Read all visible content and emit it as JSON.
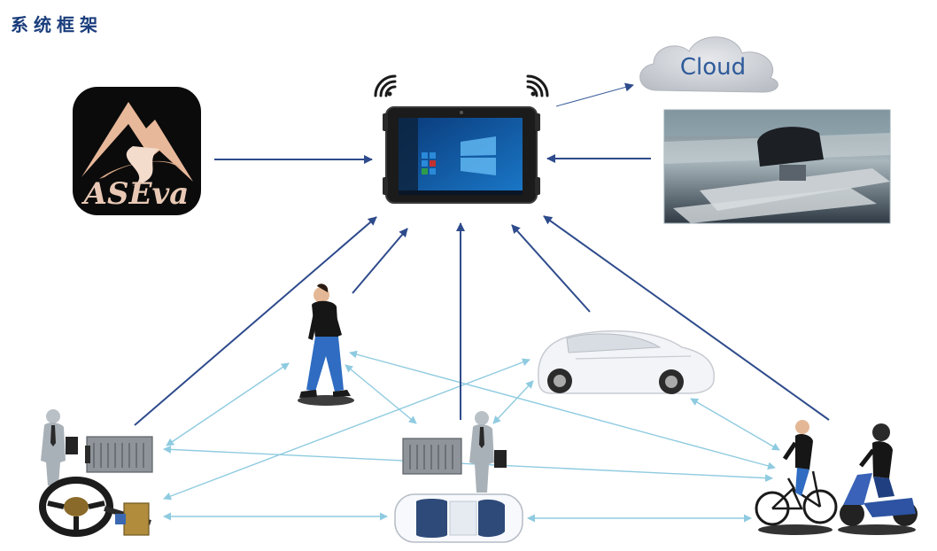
{
  "title": "系统框架",
  "cloud_label": "Cloud",
  "logo_text": "ASEva",
  "colors": {
    "title": "#1a3d7c",
    "dark_arrow": "#2e4b8c",
    "light_arrow": "#8fcbe0",
    "cloud": "#c9ccd2",
    "cloud_text": "#2f5b9a"
  },
  "icons": [
    "aseva-logo-icon",
    "tablet-icon",
    "wifi-icon",
    "cloud-icon",
    "simulator-photo-icon",
    "pedestrian-icon",
    "car-icon",
    "businessman-icon",
    "ecu-box-icon",
    "steering-wheel-icon",
    "suv-top-view-icon",
    "bicycle-rider-icon",
    "scooter-rider-icon"
  ]
}
